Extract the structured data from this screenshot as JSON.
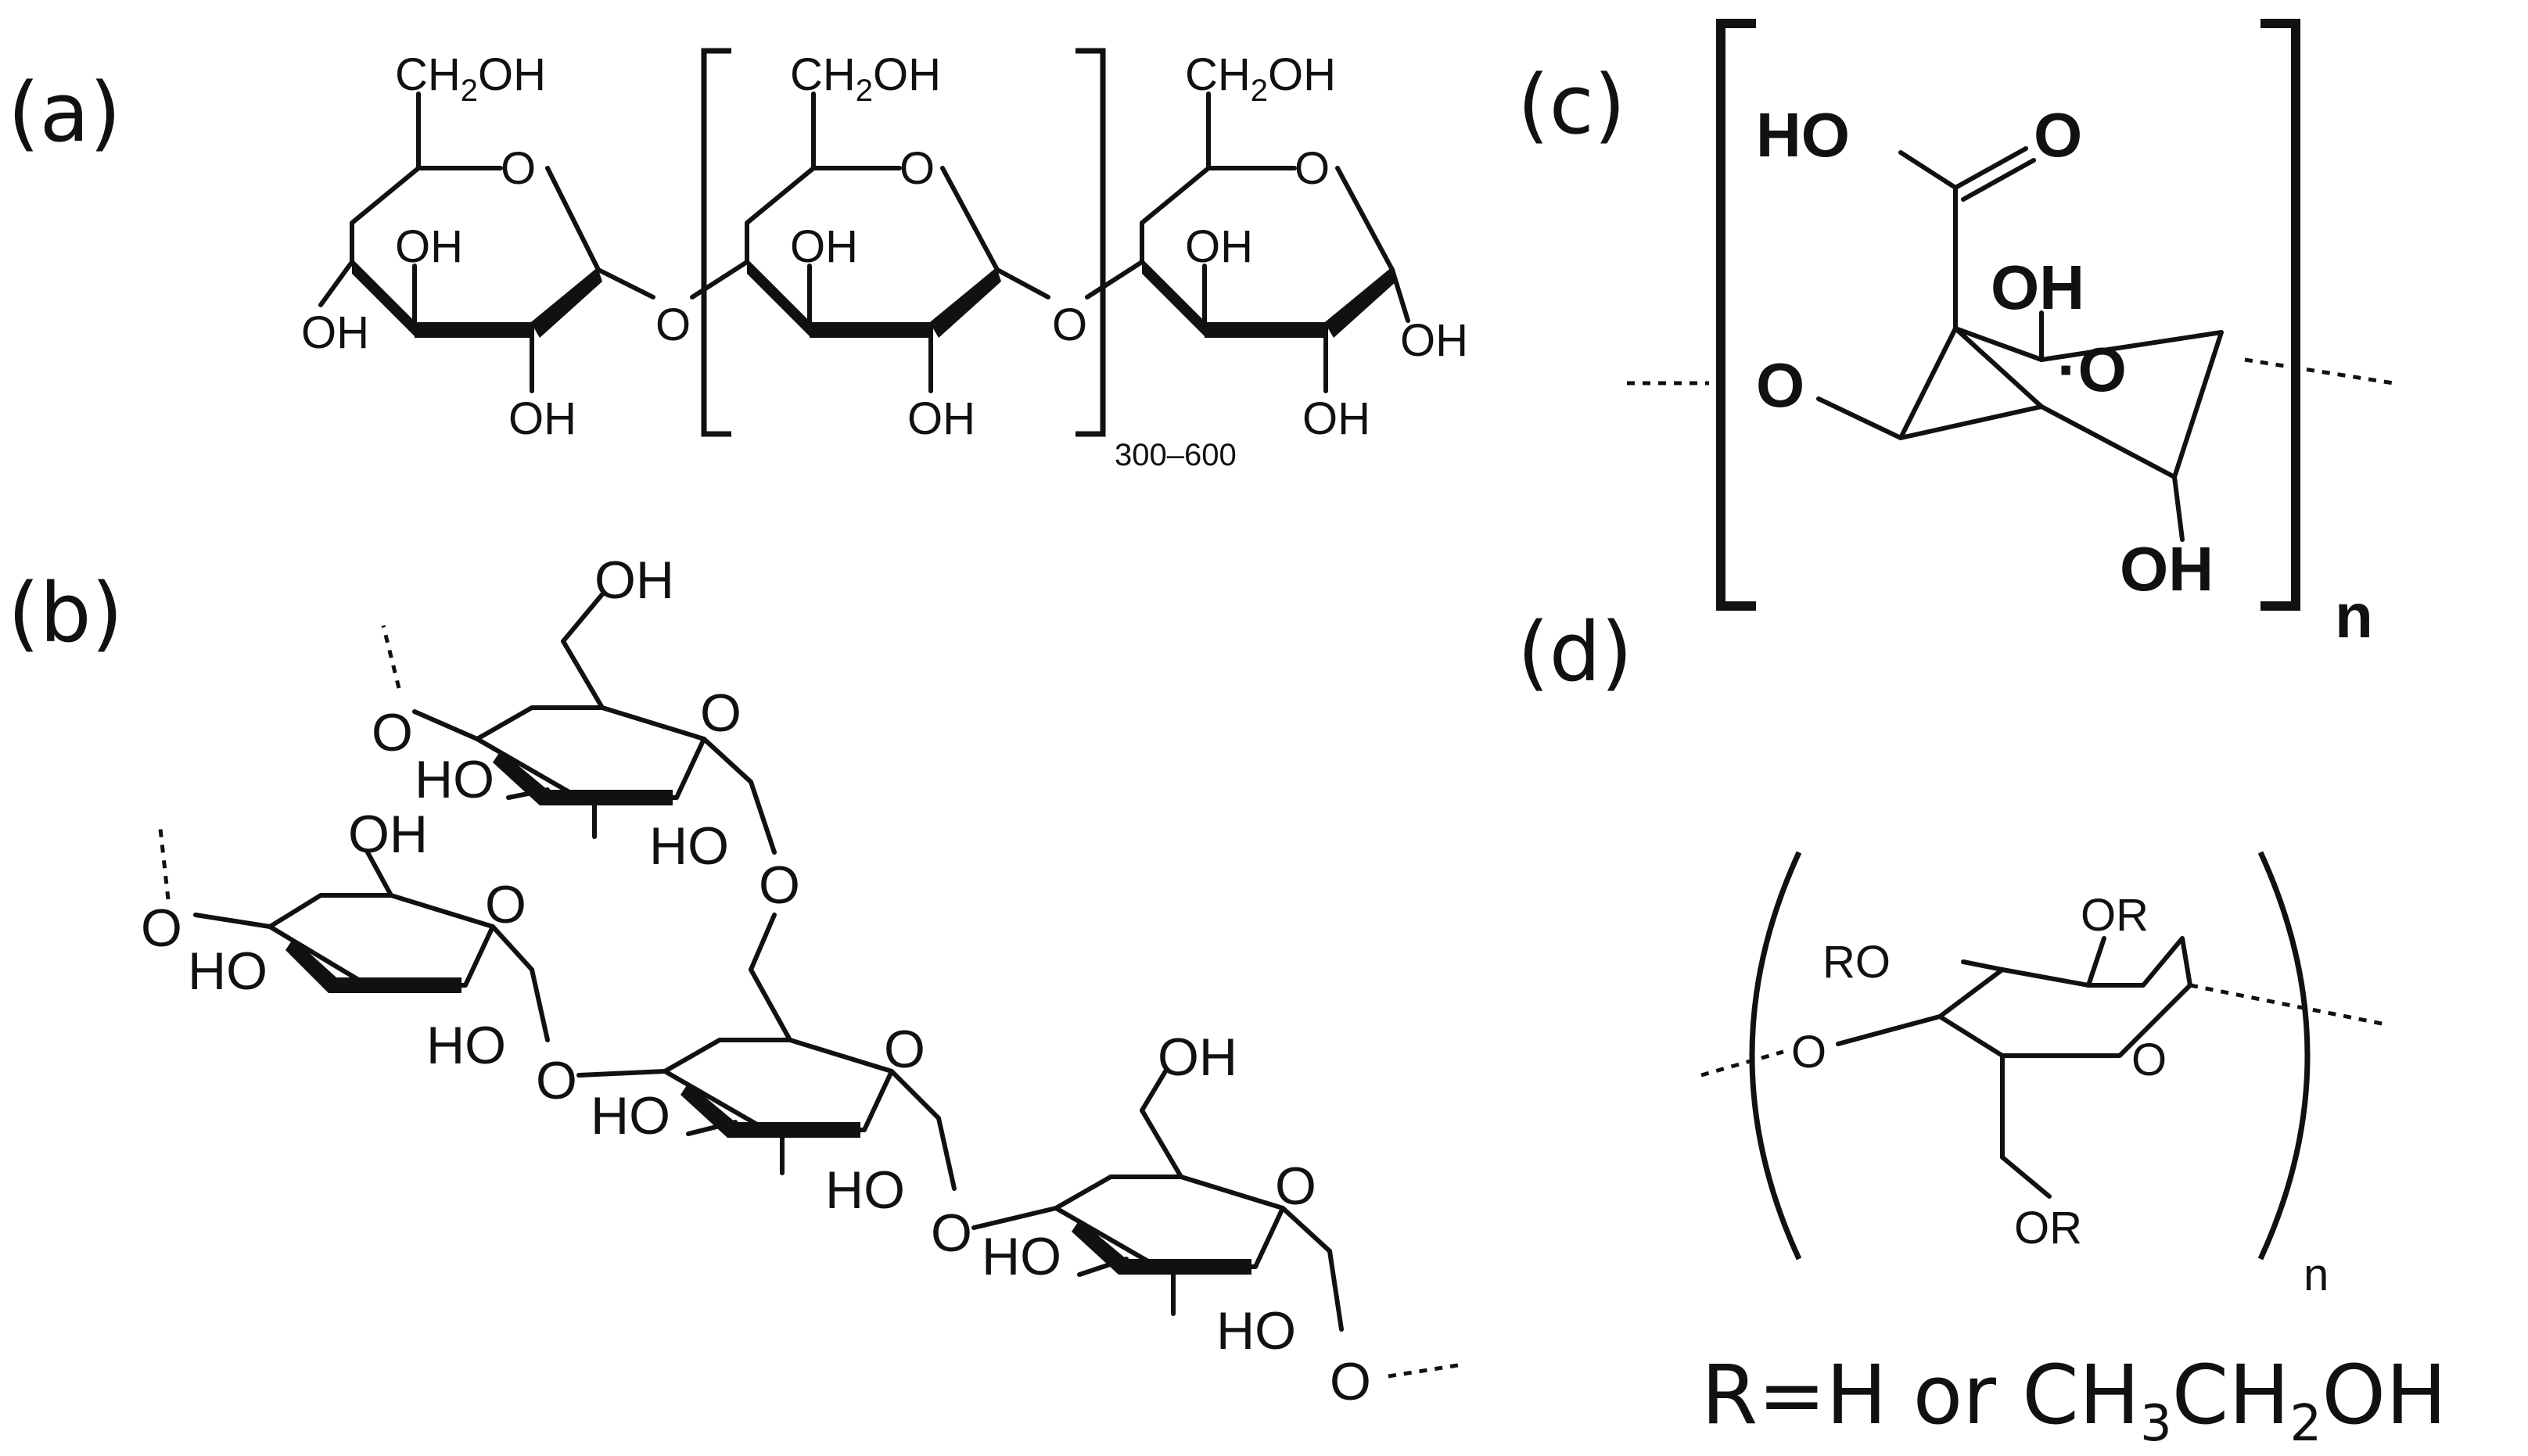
{
  "panels": {
    "a": {
      "label": "(a)",
      "ch2oh": "CH2OH",
      "ch2oh_main": "CH",
      "ch2oh_sub": "2",
      "ch2oh_tail": "OH",
      "oh": "OH",
      "o": "O",
      "repeat": "300–600"
    },
    "b": {
      "label": "(b)",
      "oh": "OH",
      "ho": "HO",
      "o": "O"
    },
    "c": {
      "label": "(c)",
      "ho": "HO",
      "oh": "OH",
      "o": "O",
      "ring_o": "·O",
      "n": "n"
    },
    "d": {
      "label": "(d)",
      "ro": "RO",
      "or": "OR",
      "o": "O",
      "n": "n",
      "footer_main": "R=H or CH",
      "footer_sub1": "3",
      "footer_mid": "CH",
      "footer_sub2": "2",
      "footer_tail": "OH"
    }
  }
}
